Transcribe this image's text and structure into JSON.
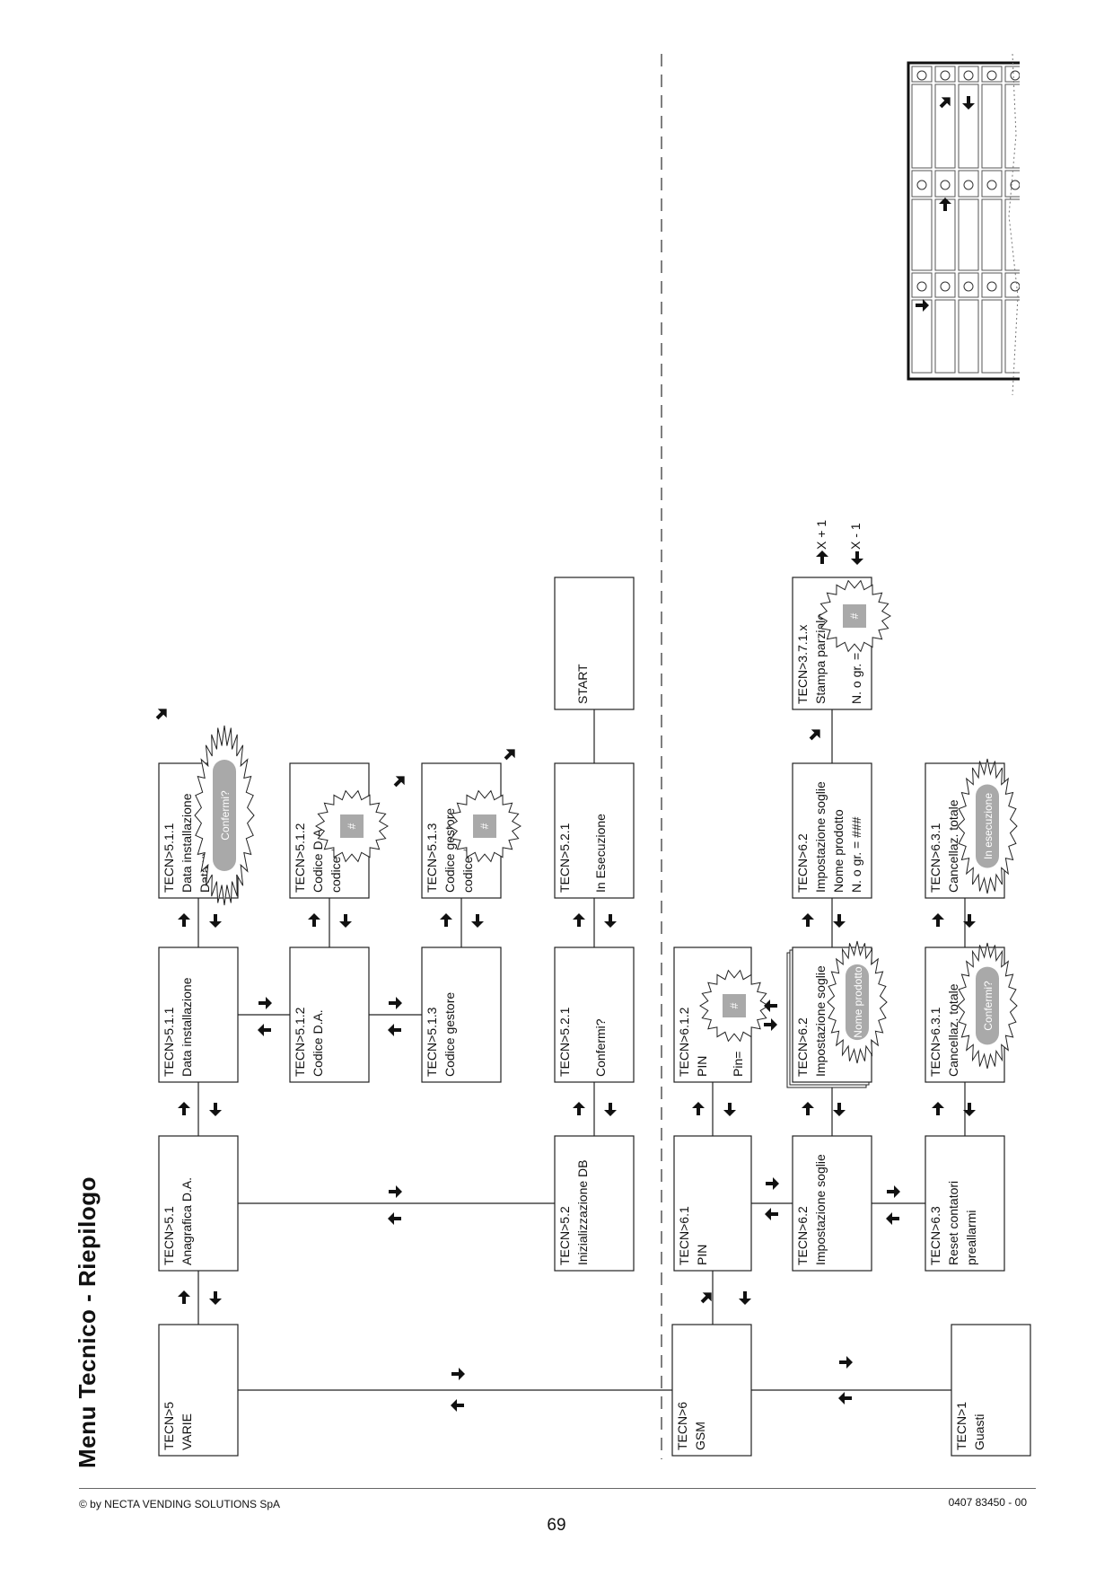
{
  "page": {
    "title": "Menu  Tecnico - Riepilogo",
    "copyright": "© by NECTA VENDING SOLUTIONS SpA",
    "page_number": "69",
    "doc_code": "0407 83450 - 00"
  },
  "boxes": [
    {
      "id": "tecn5",
      "lines": [
        "TECN>5",
        "VARIE"
      ]
    },
    {
      "id": "tecn6",
      "lines": [
        "TECN>6",
        "GSM"
      ]
    },
    {
      "id": "tecn1",
      "lines": [
        "TECN>1",
        "Guasti"
      ]
    },
    {
      "id": "tecn51",
      "lines": [
        "TECN>5.1",
        "Anagrafica D.A."
      ]
    },
    {
      "id": "tecn52",
      "lines": [
        "TECN>5.2",
        "Inizializzazione DB"
      ]
    },
    {
      "id": "tecn511",
      "lines": [
        "TECN>5.1.1",
        "Data installazione"
      ]
    },
    {
      "id": "tecn511e",
      "lines": [
        "TECN>5.1.1",
        "Data installazione",
        "Data   xx.xx.xx"
      ]
    },
    {
      "id": "tecn512",
      "lines": [
        "TECN>5.1.2",
        "Codice D.A."
      ]
    },
    {
      "id": "tecn512e",
      "lines": [
        "TECN>5.1.2",
        "Codice D.A.",
        "codice   ###"
      ]
    },
    {
      "id": "tecn513",
      "lines": [
        "TECN>5.1.3",
        "Codice gestore"
      ]
    },
    {
      "id": "tecn513e",
      "lines": [
        "TECN>5.1.3",
        "Codice gestore",
        "codice   ###"
      ]
    },
    {
      "id": "tecn521",
      "lines": [
        "TECN>5.2.1",
        "",
        "Confermi?"
      ]
    },
    {
      "id": "tecn521e",
      "lines": [
        "TECN>5.2.1",
        "",
        "In Esecuzione"
      ]
    },
    {
      "id": "start",
      "lines": [
        "",
        "START"
      ]
    },
    {
      "id": "tecn61",
      "lines": [
        "TECN>6.1",
        "PIN"
      ]
    },
    {
      "id": "tecn612",
      "lines": [
        "TECN>6.1.2",
        "PIN",
        "",
        "Pin="
      ]
    },
    {
      "id": "tecn62",
      "lines": [
        "TECN>6.2",
        "Impostazione soglie"
      ]
    },
    {
      "id": "tecn62b",
      "lines": [
        "TECN>6.2",
        "Impostazione  soglie"
      ]
    },
    {
      "id": "tecn62c",
      "lines": [
        "TECN>6.2",
        "Impostazione soglie",
        "Nome prodotto",
        "N. o gr. = ###"
      ]
    },
    {
      "id": "tecn371x",
      "lines": [
        "TECN>3.7.1.x",
        "Stampa parziale",
        "",
        "N. o gr. ="
      ]
    },
    {
      "id": "tecn63",
      "lines": [
        "TECN>6.3",
        "Reset contatori",
        "preallarmi"
      ]
    },
    {
      "id": "tecn631",
      "lines": [
        "TECN>6.3.1",
        "Cancellaz. totale"
      ]
    },
    {
      "id": "tecn631e",
      "lines": [
        "TECN>6.3.1",
        "Cancellaz. totale"
      ]
    }
  ],
  "bursts": [
    {
      "id": "b-confermi-1",
      "label": "Confermi?"
    },
    {
      "id": "b-code-1",
      "label": "#"
    },
    {
      "id": "b-code-2",
      "label": "#"
    },
    {
      "id": "b-pin",
      "label": "#"
    },
    {
      "id": "b-nome",
      "label": "Nome prodotto"
    },
    {
      "id": "b-stampa",
      "label": "#"
    },
    {
      "id": "b-confermi-2",
      "label": "Confermi?"
    },
    {
      "id": "b-esec",
      "label": "In esecuzione"
    }
  ],
  "side_labels": {
    "x_plus": "X + 1",
    "x_minus": "X - 1"
  },
  "legend": {
    "description": "keypad selection buttons legend"
  }
}
